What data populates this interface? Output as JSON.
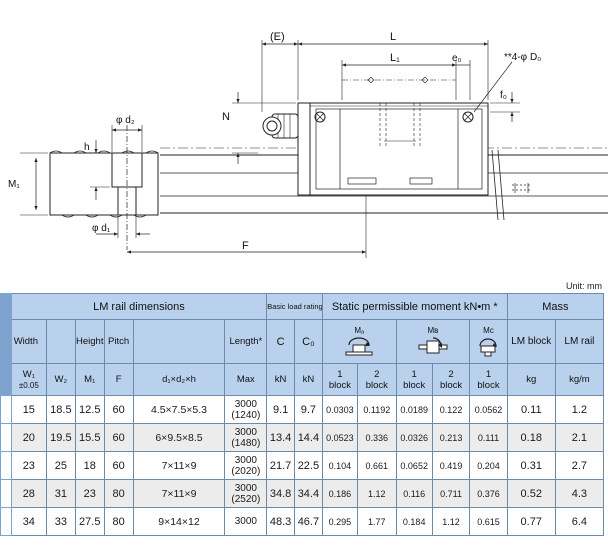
{
  "drawing": {
    "labels": {
      "E": "(E)",
      "L": "L",
      "L1": "L₁",
      "e0": "e₀",
      "holes": "**4-φ D₀",
      "f0": "f₀",
      "N": "N",
      "d2": "φ d₂",
      "h": "h",
      "M1": "M₁",
      "d1": "φ d₁",
      "F": "F"
    }
  },
  "unit_note": "Unit: mm",
  "table": {
    "group_headers": {
      "rail_dimensions": "LM rail dimensions",
      "load_rating": "Basic load rating",
      "moment": "Static permissible moment kN•m *",
      "mass": "Mass"
    },
    "col_headers": {
      "width": "Width",
      "height": "Height",
      "pitch": "Pitch",
      "length": "Length*",
      "c": "C",
      "c0": "C₀",
      "ma": "Mₐ",
      "mb": "Mʙ",
      "mc": "Mc",
      "lm_block": "LM block",
      "lm_rail": "LM rail"
    },
    "sub_headers": {
      "w1": "W₁",
      "w1_tol": "±0.05",
      "w2": "W₂",
      "m1": "M₁",
      "f": "F",
      "dims": "d₁×d₂×h",
      "max": "Max",
      "c_unit": "kN",
      "c0_unit": "kN",
      "one_block_num": "1",
      "two_block_num": "2",
      "block_word": "block",
      "kg": "kg",
      "kgm": "kg/m"
    },
    "rows": [
      {
        "w1": "15",
        "w2": "18.5",
        "m1": "12.5",
        "f": "60",
        "dims": "4.5×7.5×5.3",
        "len_a": "3000",
        "len_b": "(1240)",
        "c": "9.1",
        "c0": "9.7",
        "ma1": "0.0303",
        "ma2": "0.1192",
        "mb1": "0.0189",
        "mb2": "0.122",
        "mc1": "0.0562",
        "block": "0.11",
        "rail": "1.2"
      },
      {
        "w1": "20",
        "w2": "19.5",
        "m1": "15.5",
        "f": "60",
        "dims": "6×9.5×8.5",
        "len_a": "3000",
        "len_b": "(1480)",
        "c": "13.4",
        "c0": "14.4",
        "ma1": "0.0523",
        "ma2": "0.336",
        "mb1": "0.0326",
        "mb2": "0.213",
        "mc1": "0.111",
        "block": "0.18",
        "rail": "2.1"
      },
      {
        "w1": "23",
        "w2": "25",
        "m1": "18",
        "f": "60",
        "dims": "7×11×9",
        "len_a": "3000",
        "len_b": "(2020)",
        "c": "21.7",
        "c0": "22.5",
        "ma1": "0.104",
        "ma2": "0.661",
        "mb1": "0.0652",
        "mb2": "0.419",
        "mc1": "0.204",
        "block": "0.31",
        "rail": "2.7"
      },
      {
        "w1": "28",
        "w2": "31",
        "m1": "23",
        "f": "80",
        "dims": "7×11×9",
        "len_a": "3000",
        "len_b": "(2520)",
        "c": "34.8",
        "c0": "34.4",
        "ma1": "0.186",
        "ma2": "1.12",
        "mb1": "0.116",
        "mb2": "0.711",
        "mc1": "0.376",
        "block": "0.52",
        "rail": "4.3"
      },
      {
        "w1": "34",
        "w2": "33",
        "m1": "27.5",
        "f": "80",
        "dims": "9×14×12",
        "len_a": "3000",
        "len_b": "",
        "c": "48.3",
        "c0": "46.7",
        "ma1": "0.295",
        "ma2": "1.77",
        "mb1": "0.184",
        "mb2": "1.12",
        "mc1": "0.615",
        "block": "0.77",
        "rail": "6.4"
      }
    ]
  },
  "colors": {
    "header_bg": "#b9d1ec",
    "sidebar": "#7fa3cf",
    "alt_row": "#ececec",
    "border": "#6f8aa8"
  }
}
